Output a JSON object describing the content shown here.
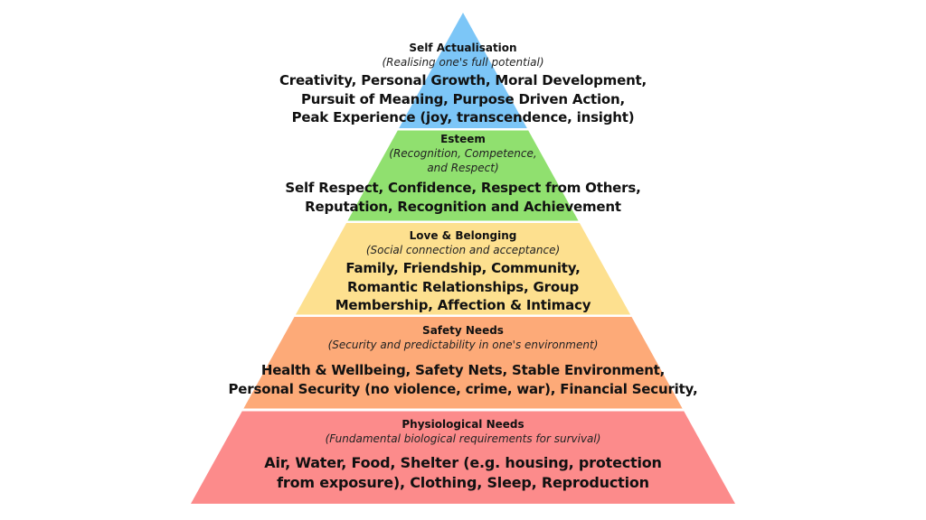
{
  "colors": {
    "self_actualisation": "#7cc6f7",
    "esteem": "#90e06f",
    "love_belonging": "#fde08f",
    "safety": "#fdaa78",
    "physiological": "#fc8b8b"
  },
  "levels": [
    {
      "title": "Self Actualisation",
      "subtitle": [
        "(Realising one's full potential)"
      ],
      "body": [
        "Creativity, Personal Growth, Moral Development,",
        "Pursuit of Meaning, Purpose Driven Action,",
        "Peak Experience (joy, transcendence, insight)"
      ]
    },
    {
      "title": "Esteem",
      "subtitle": [
        "(Recognition, Competence,",
        "and Respect)"
      ],
      "body": [
        "Self Respect, Confidence, Respect from Others,",
        "Reputation, Recognition and Achievement"
      ]
    },
    {
      "title": "Love & Belonging",
      "subtitle": [
        "(Social connection and acceptance)"
      ],
      "body": [
        "Family, Friendship, Community,",
        "Romantic Relationships, Group",
        "Membership, Affection & Intimacy"
      ]
    },
    {
      "title": "Safety Needs",
      "subtitle": [
        "(Security and predictability in one's environment)"
      ],
      "body": [
        "Health & Wellbeing, Safety Nets, Stable Environment,",
        "Personal Security (no violence, crime, war), Financial Security,"
      ]
    },
    {
      "title": "Physiological Needs",
      "subtitle": [
        "(Fundamental biological requirements for survival)"
      ],
      "body": [
        "Air, Water, Food, Shelter (e.g. housing, protection",
        "from exposure), Clothing, Sleep, Reproduction"
      ]
    }
  ]
}
